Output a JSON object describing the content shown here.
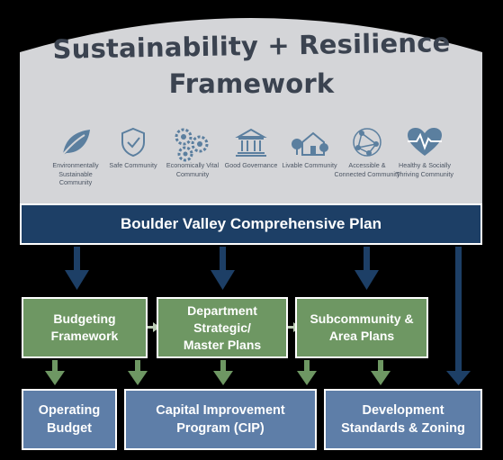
{
  "title": {
    "line1": "Sustainability + Resilience",
    "line2": "Framework"
  },
  "pillars": [
    {
      "icon": "leaf-icon",
      "label": "Environmentally Sustainable Community"
    },
    {
      "icon": "shield-check-icon",
      "label": "Safe Community"
    },
    {
      "icon": "gears-icon",
      "label": "Economically Vital Community"
    },
    {
      "icon": "government-building-icon",
      "label": "Good Governance"
    },
    {
      "icon": "house-trees-icon",
      "label": "Livable Community"
    },
    {
      "icon": "network-nodes-icon",
      "label": "Accessible & Connected Community"
    },
    {
      "icon": "heart-pulse-icon",
      "label": "Healthy & Socially Thriving Community"
    }
  ],
  "plan": "Boulder Valley Comprehensive Plan",
  "middle": {
    "budgeting": "Budgeting Framework",
    "department": "Department Strategic/ Master Plans",
    "subcommunity": "Subcommunity & Area Plans"
  },
  "bottom": {
    "operating": "Operating Budget",
    "capital": "Capital Improvement Program (CIP)",
    "development": "Development Standards & Zoning"
  },
  "colors": {
    "navy": "#1d3f66",
    "green": "#6e9763",
    "blue": "#5e7ea8",
    "dome": "#d4d5d8",
    "icon": "#4a6a8a"
  }
}
